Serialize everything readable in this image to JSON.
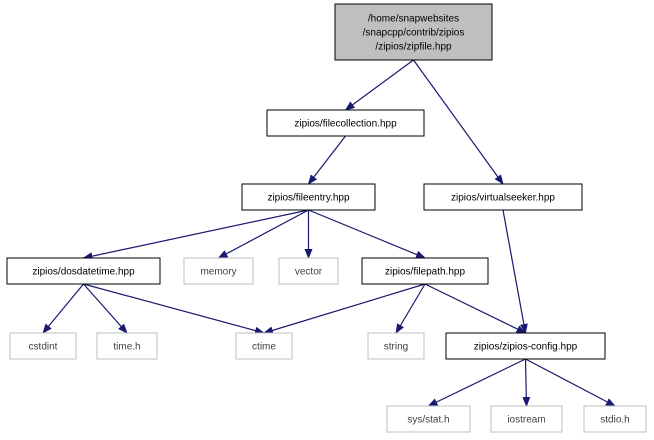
{
  "graph": {
    "edge_color": "#191970",
    "nodes": [
      {
        "id": "zipfile",
        "lines": [
          "/home/snapwebsites",
          "/snapcpp/contrib/zipios",
          "/zipios/zipfile.hpp"
        ],
        "style": "root"
      },
      {
        "id": "filecollection",
        "lines": [
          "zipios/filecollection.hpp"
        ],
        "style": "local"
      },
      {
        "id": "virtualseeker",
        "lines": [
          "zipios/virtualseeker.hpp"
        ],
        "style": "local"
      },
      {
        "id": "fileentry",
        "lines": [
          "zipios/fileentry.hpp"
        ],
        "style": "local"
      },
      {
        "id": "dosdatetime",
        "lines": [
          "zipios/dosdatetime.hpp"
        ],
        "style": "local"
      },
      {
        "id": "memory",
        "lines": [
          "memory"
        ],
        "style": "system"
      },
      {
        "id": "vector",
        "lines": [
          "vector"
        ],
        "style": "system"
      },
      {
        "id": "filepath",
        "lines": [
          "zipios/filepath.hpp"
        ],
        "style": "local"
      },
      {
        "id": "cstdint",
        "lines": [
          "cstdint"
        ],
        "style": "system"
      },
      {
        "id": "timeh",
        "lines": [
          "time.h"
        ],
        "style": "system"
      },
      {
        "id": "ctime",
        "lines": [
          "ctime"
        ],
        "style": "system"
      },
      {
        "id": "string",
        "lines": [
          "string"
        ],
        "style": "system"
      },
      {
        "id": "zipiosconfig",
        "lines": [
          "zipios/zipios-config.hpp"
        ],
        "style": "local"
      },
      {
        "id": "sysstat",
        "lines": [
          "sys/stat.h"
        ],
        "style": "system"
      },
      {
        "id": "iostream",
        "lines": [
          "iostream"
        ],
        "style": "system"
      },
      {
        "id": "stdioh",
        "lines": [
          "stdio.h"
        ],
        "style": "system"
      }
    ],
    "edges": [
      [
        "zipfile",
        "filecollection"
      ],
      [
        "zipfile",
        "virtualseeker"
      ],
      [
        "filecollection",
        "fileentry"
      ],
      [
        "virtualseeker",
        "zipiosconfig"
      ],
      [
        "fileentry",
        "dosdatetime"
      ],
      [
        "fileentry",
        "memory"
      ],
      [
        "fileentry",
        "vector"
      ],
      [
        "fileentry",
        "filepath"
      ],
      [
        "dosdatetime",
        "cstdint"
      ],
      [
        "dosdatetime",
        "timeh"
      ],
      [
        "dosdatetime",
        "ctime"
      ],
      [
        "filepath",
        "ctime"
      ],
      [
        "filepath",
        "string"
      ],
      [
        "filepath",
        "zipiosconfig"
      ],
      [
        "zipiosconfig",
        "sysstat"
      ],
      [
        "zipiosconfig",
        "iostream"
      ],
      [
        "zipiosconfig",
        "stdioh"
      ]
    ]
  }
}
